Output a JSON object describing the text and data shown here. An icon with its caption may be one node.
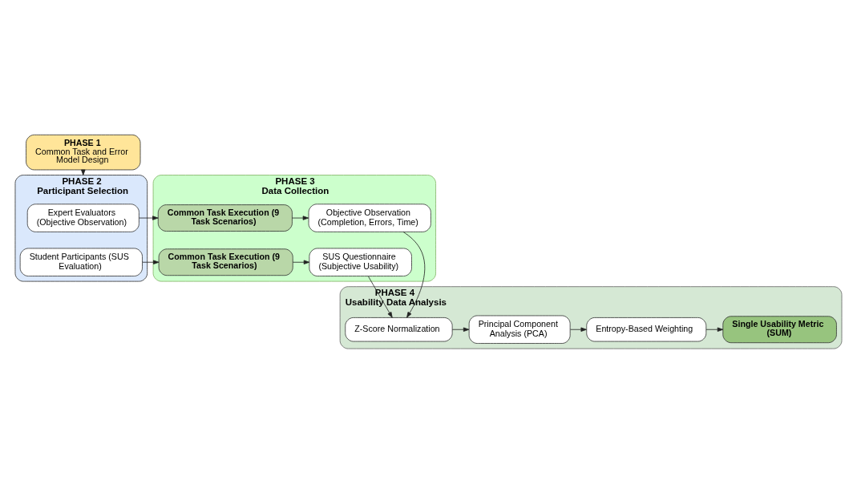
{
  "diagram": {
    "nodes": [
      {
        "text": [
          "PHASE 1",
          "Common Task and Error Model Design"
        ]
      },
      {
        "text": [
          "PHASE 2",
          "Participant Selection"
        ]
      },
      {
        "text": [
          "Expert Evaluators (Objective Observation)"
        ],
        "in": 1
      },
      {
        "text": [
          "Student Participants (SUS Evaluation)"
        ],
        "in": 1
      },
      {
        "text": [
          "PHASE 3",
          "Data Collection"
        ]
      },
      {
        "text": [
          "Common Task Execution (9 Task Scenarios)"
        ],
        "in": 4
      },
      {
        "text": [
          "Objective Observation (Completion, Errors, Time)"
        ],
        "in": 4
      },
      {
        "text": [
          "Common Task Execution (9 Task Scenarios)"
        ],
        "in": 4
      },
      {
        "text": [
          "SUS Questionnaire (Subjective Usability)"
        ],
        "in": 4
      },
      {
        "text": [
          "PHASE 4",
          "Usability Data Analysis"
        ]
      },
      {
        "text": [
          "Single Usability Metric (SUM)"
        ],
        "in": 9
      },
      {
        "text": [
          "Entropy-Based Weighting"
        ],
        "in": 9
      },
      {
        "text": [
          "Principal Component Analysis (PCA)"
        ],
        "in": 9
      },
      {
        "text": [
          "Z-Score Normalization"
        ],
        "in": 9
      }
    ],
    "edges": [
      {
        "from": 0,
        "to": 1,
        "arrow": "to"
      },
      {
        "from": 2,
        "to": 5,
        "arrow": "to"
      },
      {
        "from": 5,
        "to": 6,
        "arrow": "to"
      },
      {
        "from": 3,
        "to": 7,
        "arrow": "to"
      },
      {
        "from": 7,
        "to": 8,
        "arrow": "to"
      },
      {
        "from": 6,
        "to": 13,
        "arrow": "to"
      },
      {
        "from": 8,
        "to": 13,
        "arrow": "to"
      },
      {
        "from": 13,
        "to": 12,
        "arrow": "to"
      },
      {
        "from": 12,
        "to": 11,
        "arrow": "to"
      },
      {
        "from": 11,
        "to": 10,
        "arrow": "to"
      }
    ]
  }
}
